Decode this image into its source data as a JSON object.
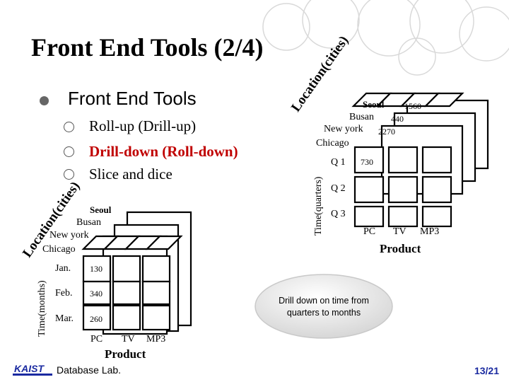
{
  "slide": {
    "title": "Front End Tools (2/4)",
    "main_bullet": "Front End Tools",
    "sub_bullets": [
      {
        "text": "Roll-up (Drill-up)"
      },
      {
        "text": "Drill-down (Roll-down)"
      },
      {
        "text": "Slice and dice"
      }
    ],
    "highlight_color": "#c00000"
  },
  "cube_quarters": {
    "location_label": "Location(cities)",
    "cities": [
      "Seoul",
      "Busan",
      "New york",
      "Chicago"
    ],
    "top_values": [
      "1560",
      "440",
      "2270"
    ],
    "time_label": "Time(quarters)",
    "times": [
      "Q 1",
      "Q 2",
      "Q 3"
    ],
    "front_value": "730",
    "products": [
      "PC",
      "TV",
      "MP3"
    ],
    "product_label": "Product"
  },
  "cube_months": {
    "location_label": "Location(cities)",
    "cities": [
      "Seoul",
      "Busan",
      "New york",
      "Chicago"
    ],
    "time_label": "Time(months)",
    "times": [
      "Jan.",
      "Feb.",
      "Mar."
    ],
    "values": [
      "130",
      "340",
      "260"
    ],
    "products": [
      "PC",
      "TV",
      "MP3"
    ],
    "product_label": "Product"
  },
  "callout": {
    "text": "Drill down on time from quarters to months"
  },
  "footer": {
    "logo": "KAIST",
    "lab": "Database Lab.",
    "page": "13/21"
  }
}
